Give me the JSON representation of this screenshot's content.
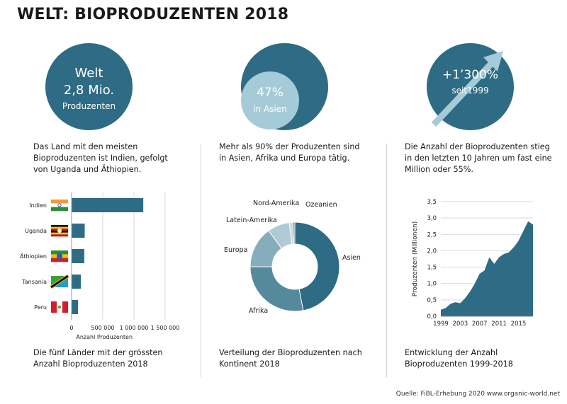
{
  "title": "WELT: BIOPRODUZENTEN 2018",
  "kpi1": {
    "line1": "Welt",
    "line2": "2,8 Mio.",
    "line3": "Produzenten"
  },
  "kpi2": {
    "percent": "47%",
    "label": "in Asien"
  },
  "kpi3": {
    "value": "+1’300%",
    "label": "seit1999"
  },
  "text1": "Das Land mit den meisten Bioproduzenten ist Indien, gefolgt von Uganda und Äthiopien.",
  "text2": "Mehr als 90% der Produzenten sind in Asien, Afrika und Europa tätig.",
  "text3": "Die Anzahl der Bioproduzenten stieg in den letzten 10 Jahren um fast eine Million oder 55%.",
  "caption1": "Die fünf Länder mit der grössten Anzahl Bioproduzenten 2018",
  "caption2": "Verteilung der Bioproduzenten nach Kontinent 2018",
  "caption3": "Entwicklung der Anzahl Bioproduzenten 1999-2018",
  "source": "Quelle: FiBL-Erhebung 2020  www.organic-world.net",
  "colors": {
    "main": "#2e6b84",
    "light": "#a5cbd8",
    "grid": "#d9d9d9"
  },
  "chart_data": [
    {
      "type": "bar",
      "orientation": "horizontal",
      "categories": [
        "Indien",
        "Uganda",
        "Äthiopien",
        "Tansania",
        "Peru"
      ],
      "values": [
        1149371,
        210352,
        203602,
        148610,
        103554
      ],
      "xlabel": "Anzahl Produzenten",
      "xlim": [
        0,
        1500000
      ],
      "ticks": [
        0,
        500000,
        1000000,
        1500000
      ],
      "tick_labels": [
        "0",
        "500 000",
        "1 000 000",
        "1 500 000"
      ],
      "grid": true
    },
    {
      "type": "pie",
      "donut": true,
      "labels": [
        "Asien",
        "Afrika",
        "Europa",
        "Latein-Amerika",
        "Nord-Amerika",
        "Ozeanien"
      ],
      "values": [
        47,
        28,
        15,
        8,
        1.3,
        0.7
      ],
      "colors": [
        "#2e6b84",
        "#55899c",
        "#86adbc",
        "#aecbd5",
        "#c4d9e0",
        "#6f8f9c"
      ]
    },
    {
      "type": "area",
      "x": [
        1999,
        2000,
        2001,
        2002,
        2003,
        2004,
        2005,
        2006,
        2007,
        2008,
        2009,
        2010,
        2011,
        2012,
        2013,
        2014,
        2015,
        2016,
        2017,
        2018
      ],
      "values": [
        0.2,
        0.25,
        0.38,
        0.43,
        0.4,
        0.55,
        0.75,
        1.0,
        1.3,
        1.4,
        1.8,
        1.6,
        1.8,
        1.9,
        1.95,
        2.1,
        2.3,
        2.6,
        2.9,
        2.8
      ],
      "ylabel": "Produzenten (Millionen)",
      "ylim": [
        0,
        3.5
      ],
      "yticks": [
        "0,0",
        "0,5",
        "1,0",
        "1,5",
        "2,0",
        "2,5",
        "3,0",
        "3,5"
      ],
      "xticks": [
        "1999",
        "2003",
        "2007",
        "2011",
        "2015"
      ],
      "xtick_values": [
        1999,
        2003,
        2007,
        2011,
        2015
      ],
      "grid": true
    }
  ]
}
